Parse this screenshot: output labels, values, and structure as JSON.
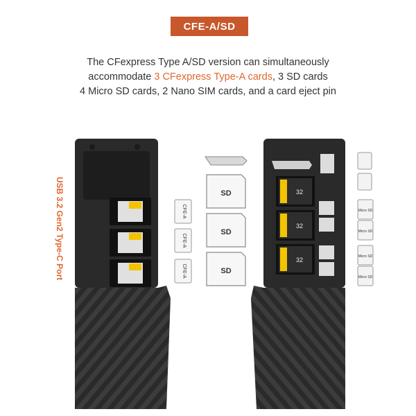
{
  "badge": "CFE-A/SD",
  "description": {
    "line1": "The CFexpress Type A/SD version can simultaneously",
    "line2_pre": "accommodate ",
    "line2_highlight": "3 CFexpress Type-A cards",
    "line2_post": ", 3 SD cards",
    "line3": "4 Micro SD cards, 2 Nano SIM cards, and a card eject pin"
  },
  "port_label": "USB 3.2 Gen2 Type-C Port",
  "cfe_label": "CFE-A",
  "sd_label": "SD",
  "micro_label": "Micro SD",
  "sd_card_face": "32",
  "colors": {
    "accent": "#c8572b",
    "highlight": "#e0672f",
    "case": "#2b2b2b"
  }
}
